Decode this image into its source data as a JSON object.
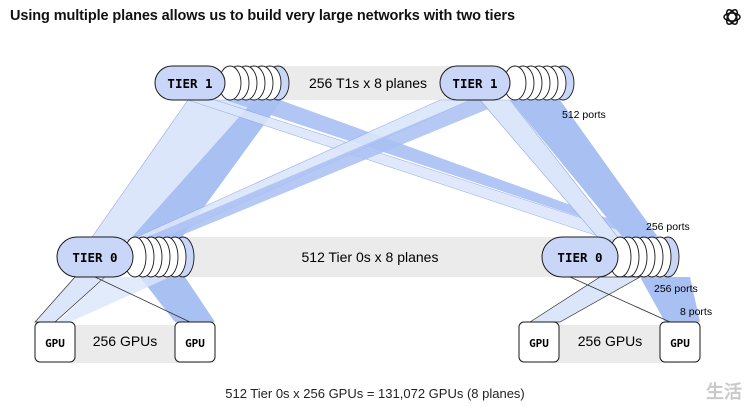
{
  "title": "Using multiple planes allows us to build very large networks with two tiers",
  "tier1": {
    "label": "TIER 1",
    "count_label": "256 T1s x 8 planes",
    "ports_label": "512 ports"
  },
  "tier0": {
    "label": "TIER 0",
    "count_label": "512 Tier 0s x 8 planes",
    "ports_up_label": "256 ports",
    "ports_down_label": "256 ports"
  },
  "gpu": {
    "label": "GPU",
    "count_label": "256 GPUs",
    "ports_label": "8 ports"
  },
  "footer": "512 Tier 0s x 256 GPUs = 131,072 GPUs (8 planes)",
  "watermark": "生活",
  "colors": {
    "node_fill": "#c9d6f7",
    "node_stroke": "#1a1a1a",
    "band_grey": "#ebebeb",
    "fan_light": "#dbe6fb",
    "fan_mid": "#a9c0f3"
  },
  "icons": [
    "openai-logo-icon"
  ]
}
